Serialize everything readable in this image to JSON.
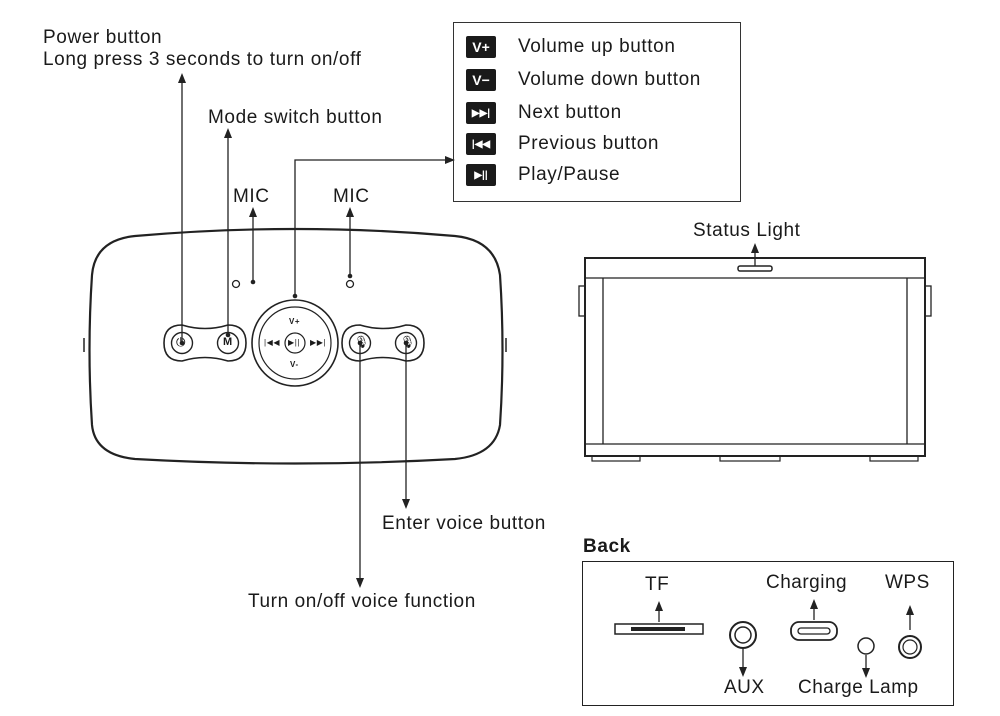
{
  "callouts": {
    "power_title": "Power button",
    "power_desc": "Long press 3 seconds to turn on/off",
    "mode_switch": "Mode switch button",
    "mic_left": "MIC",
    "mic_right": "MIC",
    "status_light": "Status Light",
    "enter_voice": "Enter voice button",
    "voice_function": "Turn on/off voice function"
  },
  "legend": [
    {
      "icon": "V+",
      "icon_name": "volume-up-icon",
      "label": "Volume up button"
    },
    {
      "icon": "V−",
      "icon_name": "volume-down-icon",
      "label": "Volume down button"
    },
    {
      "icon": "▶▶|",
      "icon_name": "next-icon",
      "label": "Next button"
    },
    {
      "icon": "|◀◀",
      "icon_name": "previous-icon",
      "label": "Previous button"
    },
    {
      "icon": "▶||",
      "icon_name": "play-pause-icon",
      "label": "Play/Pause"
    }
  ],
  "device_buttons": {
    "power": "⏻",
    "mode": "M",
    "vol_up": "V+",
    "vol_down": "V-",
    "prev": "|◀◀",
    "play": "▶||",
    "next": "▶▶|"
  },
  "back": {
    "title": "Back",
    "tf": "TF",
    "charging": "Charging",
    "wps": "WPS",
    "aux": "AUX",
    "charge_lamp": "Charge Lamp"
  }
}
